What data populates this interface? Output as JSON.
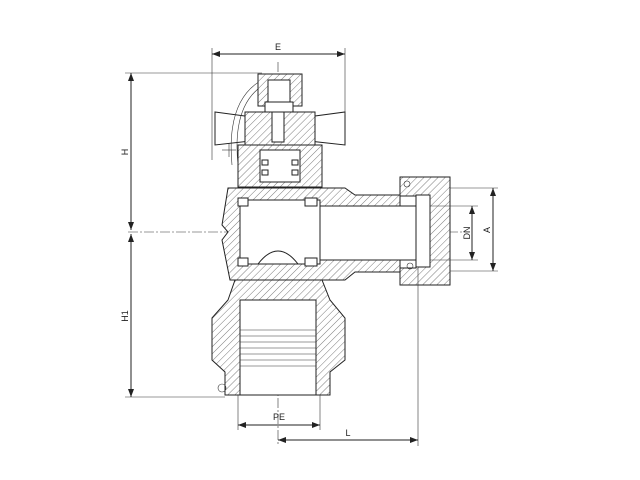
{
  "dimensions": {
    "E": "E",
    "H": "H",
    "H1": "H1",
    "DN": "DN",
    "A": "A",
    "PE": "PE",
    "L": "L"
  }
}
